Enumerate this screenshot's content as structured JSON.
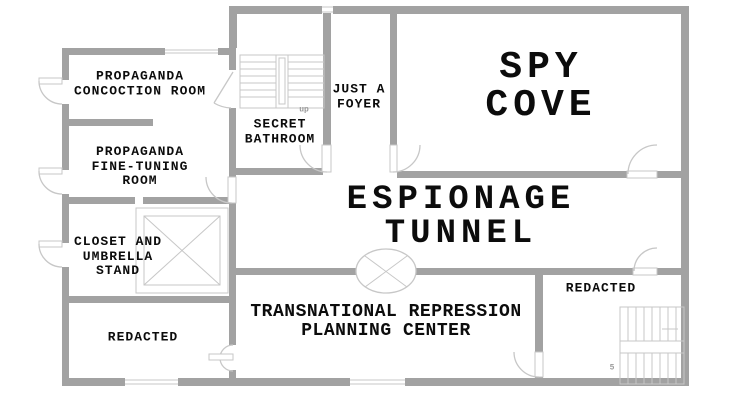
{
  "colors": {
    "wall": "#a2a2a2",
    "line": "#c7c7c7",
    "text": "#0c0c0c",
    "background": "#ffffff"
  },
  "rooms": {
    "spy_cove": {
      "label": "SPY COVE"
    },
    "espionage_tunnel": {
      "label": "ESPIONAGE TUNNEL"
    },
    "propaganda_concoction": {
      "label": "PROPAGANDA\nCONCOCTION ROOM"
    },
    "propaganda_fine_tuning": {
      "label": "PROPAGANDA\nFINE-TUNING\nROOM"
    },
    "closet_umbrella": {
      "label": "CLOSET AND\nUMBRELLA\nSTAND"
    },
    "redacted_left": {
      "label": "REDACTED"
    },
    "redacted_right": {
      "label": "REDACTED"
    },
    "secret_bathroom": {
      "label": "SECRET\nBATHROOM"
    },
    "foyer": {
      "label": "JUST A\nFOYER"
    },
    "planning_center": {
      "label": "TRANSNATIONAL REPRESSION\nPLANNING CENTER"
    }
  },
  "annotations": {
    "stair_up": "up",
    "stair_down": "5"
  }
}
